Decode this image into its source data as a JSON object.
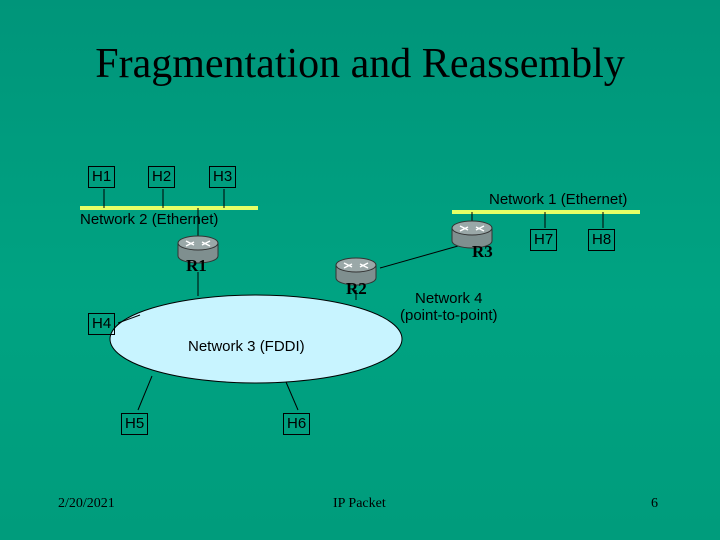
{
  "slide": {
    "title": "Fragmentation and Reassembly",
    "date": "2/20/2021",
    "footer_center": "IP Packet",
    "page_number": "6"
  },
  "hosts": {
    "h1": "H1",
    "h2": "H2",
    "h3": "H3",
    "h4": "H4",
    "h5": "H5",
    "h6": "H6",
    "h7": "H7",
    "h8": "H8"
  },
  "routers": {
    "r1": "R1",
    "r2": "R2",
    "r3": "R3"
  },
  "networks": {
    "net1": "Network 1 (Ethernet)",
    "net2": "Network 2 (Ethernet)",
    "net3": "Network 3 (FDDI)",
    "net4_line1": "Network 4",
    "net4_line2": "(point-to-point)"
  },
  "colors": {
    "background": "#00a382",
    "ethernet_bus": "#e6ff66",
    "fddi_ring": "#c8f4ff",
    "router_body": "#7f8f8f"
  },
  "icons": {
    "router": "router-icon"
  }
}
